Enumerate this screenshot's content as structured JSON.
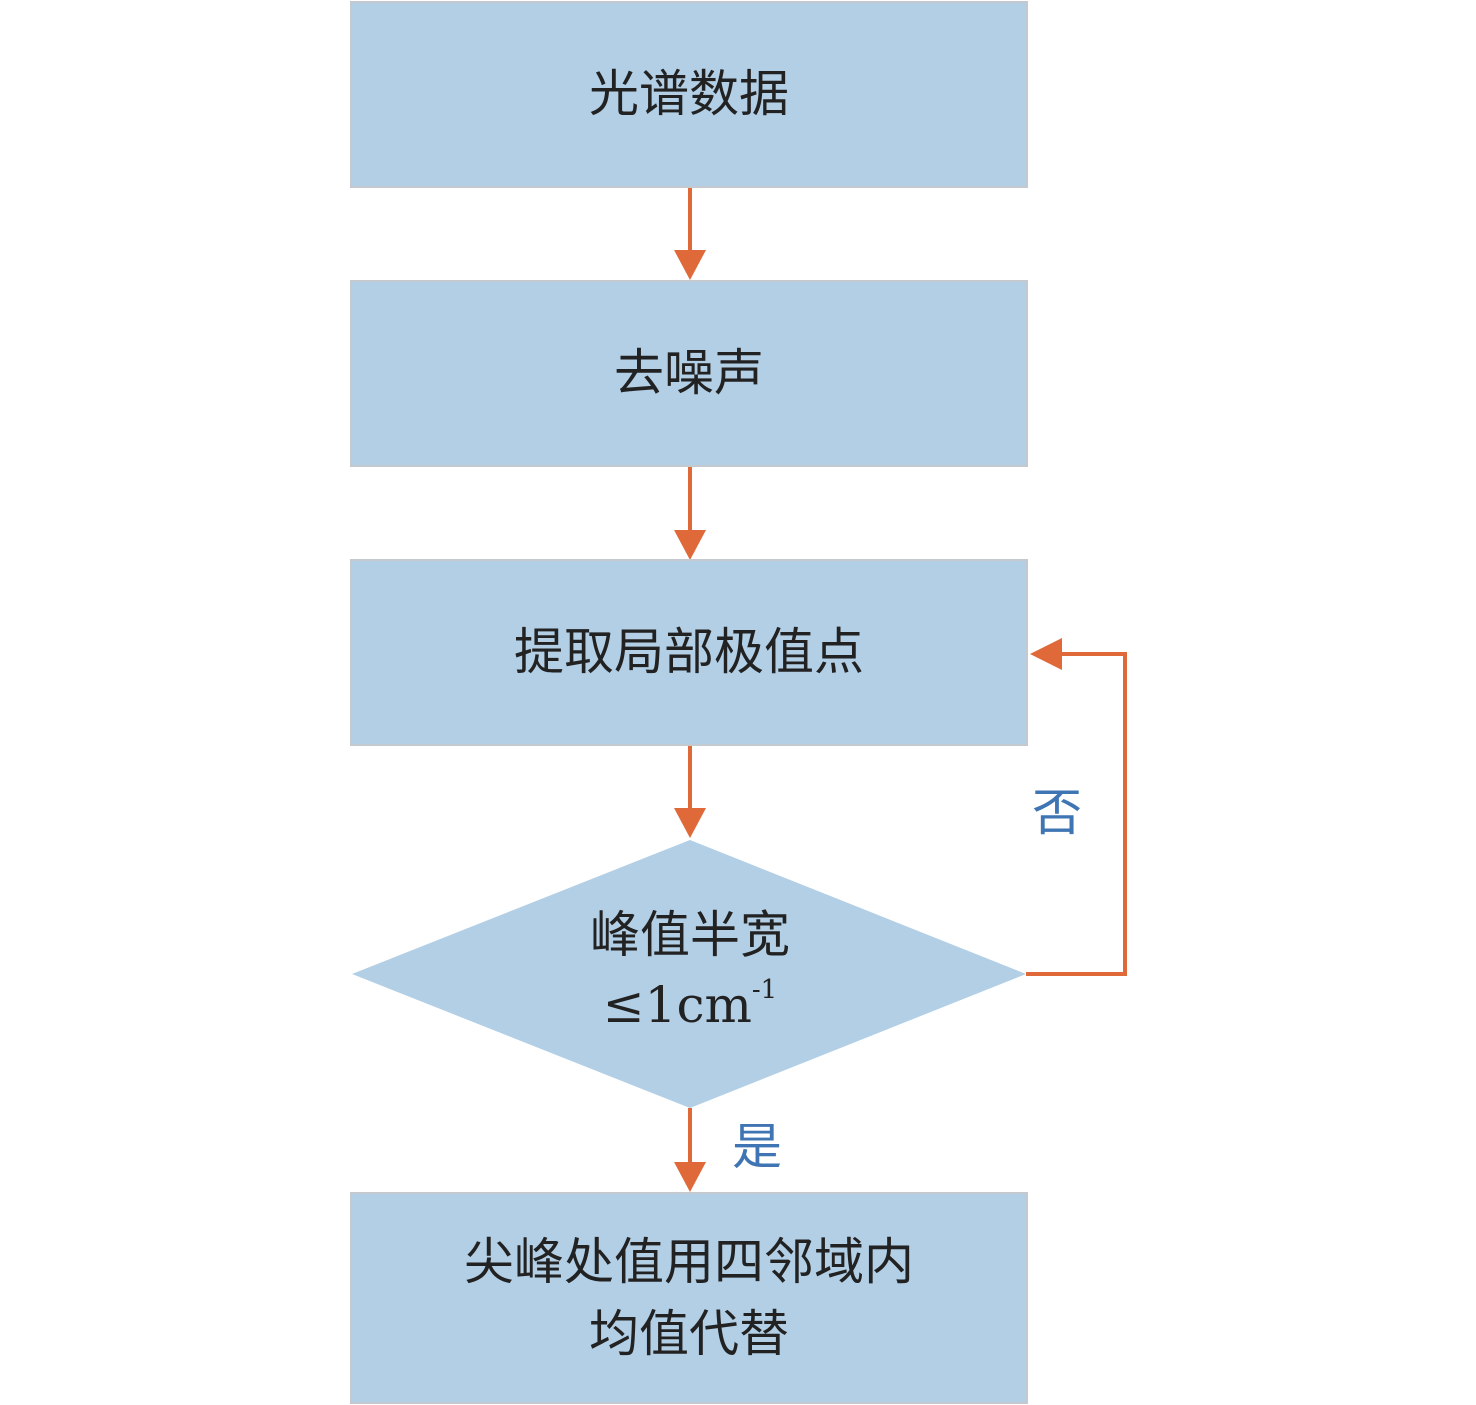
{
  "colors": {
    "box_fill": "#b2cfe6",
    "box_border": "#c4c9cf",
    "arrow": "#e0693a",
    "edge_label": "#3f75b3",
    "text": "#222222"
  },
  "steps": [
    {
      "label": "光谱数据"
    },
    {
      "label": "去噪声"
    },
    {
      "label": "提取局部极值点"
    },
    {
      "line1": "尖峰处值用四邻域内",
      "line2": "均值代替"
    }
  ],
  "decision": {
    "line1": "峰值半宽",
    "line2_main": "≤1cm",
    "line2_sup": "-1"
  },
  "edges": {
    "no_label": "否",
    "yes_label": "是"
  }
}
